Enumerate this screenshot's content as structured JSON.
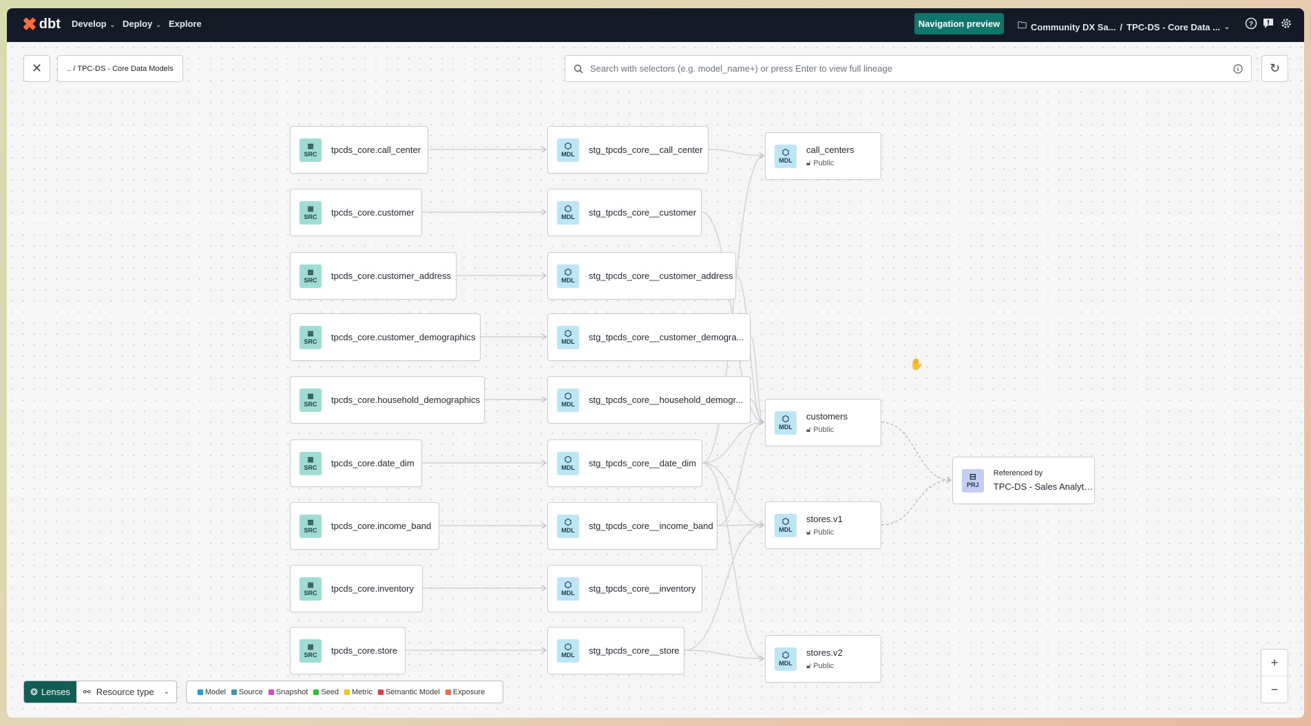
{
  "header": {
    "logo": "dbt",
    "nav": [
      {
        "label": "Develop",
        "dropdown": true
      },
      {
        "label": "Deploy",
        "dropdown": true
      },
      {
        "label": "Explore",
        "dropdown": false
      }
    ],
    "nav_preview_label": "Navigation preview",
    "account": "Community DX Sa...",
    "separator": "/",
    "project": "TPC-DS - Core Data ...",
    "icons": [
      "help-icon",
      "feedback-icon",
      "gear-icon"
    ]
  },
  "toolbar": {
    "breadcrumb": ".. / TPC-DS - Core Data Models",
    "search_placeholder": "Search with selectors (e.g. model_name+) or press Enter to view full lineage",
    "search_value": ""
  },
  "nodes": [
    {
      "id": "s1",
      "type": "SRC",
      "label": "tpcds_core.call_center"
    },
    {
      "id": "s2",
      "type": "SRC",
      "label": "tpcds_core.customer"
    },
    {
      "id": "s3",
      "type": "SRC",
      "label": "tpcds_core.customer_address"
    },
    {
      "id": "s4",
      "type": "SRC",
      "label": "tpcds_core.customer_demographics"
    },
    {
      "id": "s5",
      "type": "SRC",
      "label": "tpcds_core.household_demographics"
    },
    {
      "id": "s6",
      "type": "SRC",
      "label": "tpcds_core.date_dim"
    },
    {
      "id": "s7",
      "type": "SRC",
      "label": "tpcds_core.income_band"
    },
    {
      "id": "s8",
      "type": "SRC",
      "label": "tpcds_core.inventory"
    },
    {
      "id": "s9",
      "type": "SRC",
      "label": "tpcds_core.store"
    },
    {
      "id": "m1",
      "type": "MDL",
      "label": "stg_tpcds_core__call_center"
    },
    {
      "id": "m2",
      "type": "MDL",
      "label": "stg_tpcds_core__customer"
    },
    {
      "id": "m3",
      "type": "MDL",
      "label": "stg_tpcds_core__customer_address"
    },
    {
      "id": "m4",
      "type": "MDL",
      "label": "stg_tpcds_core__customer_demogra..."
    },
    {
      "id": "m5",
      "type": "MDL",
      "label": "stg_tpcds_core__household_demogr..."
    },
    {
      "id": "m6",
      "type": "MDL",
      "label": "stg_tpcds_core__date_dim"
    },
    {
      "id": "m7",
      "type": "MDL",
      "label": "stg_tpcds_core__income_band"
    },
    {
      "id": "m8",
      "type": "MDL",
      "label": "stg_tpcds_core__inventory"
    },
    {
      "id": "m9",
      "type": "MDL",
      "label": "stg_tpcds_core__store"
    },
    {
      "id": "c1",
      "type": "MDL",
      "label": "call_centers",
      "access": "Public"
    },
    {
      "id": "c2",
      "type": "MDL",
      "label": "customers",
      "access": "Public"
    },
    {
      "id": "c3",
      "type": "MDL",
      "label": "stores.v1",
      "access": "Public"
    },
    {
      "id": "c4",
      "type": "MDL",
      "label": "stores.v2",
      "access": "Public"
    },
    {
      "id": "p1",
      "type": "PRJ",
      "label": "TPC-DS - Sales Analytics",
      "caption": "Referenced by"
    }
  ],
  "edges": [
    [
      "s1",
      "m1"
    ],
    [
      "s2",
      "m2"
    ],
    [
      "s3",
      "m3"
    ],
    [
      "s4",
      "m4"
    ],
    [
      "s5",
      "m5"
    ],
    [
      "s6",
      "m6"
    ],
    [
      "s7",
      "m7"
    ],
    [
      "s8",
      "m8"
    ],
    [
      "s9",
      "m9"
    ],
    [
      "m1",
      "c1"
    ],
    [
      "m6",
      "c1"
    ],
    [
      "m2",
      "c2"
    ],
    [
      "m3",
      "c2"
    ],
    [
      "m4",
      "c2"
    ],
    [
      "m5",
      "c2"
    ],
    [
      "m6",
      "c2"
    ],
    [
      "m7",
      "c2"
    ],
    [
      "m9",
      "c3"
    ],
    [
      "m6",
      "c3"
    ],
    [
      "m7",
      "c3"
    ],
    [
      "m9",
      "c4"
    ],
    [
      "m6",
      "c4"
    ]
  ],
  "cross_project_edges": [
    [
      "c2",
      "p1"
    ],
    [
      "c3",
      "p1"
    ]
  ],
  "lenses": {
    "label": "Lenses",
    "resource_type": "Resource type"
  },
  "legend": [
    {
      "label": "Model",
      "color": "#1e9be0"
    },
    {
      "label": "Source",
      "color": "#3f9c98"
    },
    {
      "label": "Snapshot",
      "color": "#e046c8"
    },
    {
      "label": "Seed",
      "color": "#2ec22e"
    },
    {
      "label": "Metric",
      "color": "#f0c419"
    },
    {
      "label": "Semantic Model",
      "color": "#e8384f"
    },
    {
      "label": "Exposure",
      "color": "#f26a4b"
    }
  ],
  "zoom": {
    "in": "+",
    "out": "−"
  }
}
